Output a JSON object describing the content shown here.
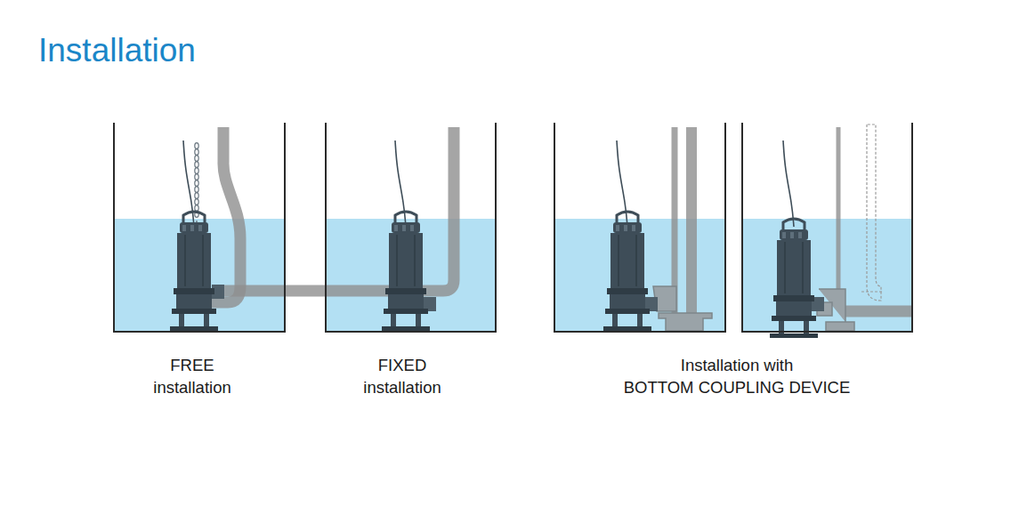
{
  "diagram": {
    "title": "Installation",
    "labels": [
      "FREE installation",
      "FIXED installation",
      "Installation with BOTTOM COUPLING DEVICE"
    ]
  }
}
